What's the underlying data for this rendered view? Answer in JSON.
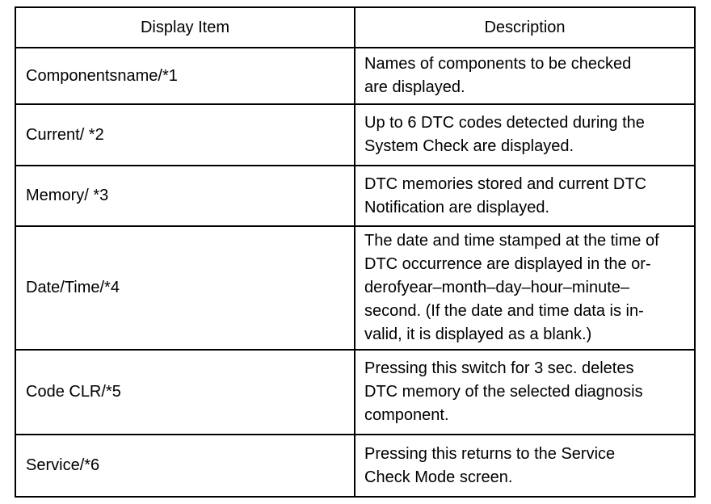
{
  "table": {
    "headers": {
      "item": "Display Item",
      "description": "Description"
    },
    "rows": [
      {
        "item": "Componentsname/*1",
        "description": [
          "Names of components to be checked",
          "are displayed."
        ]
      },
      {
        "item": "Current/ *2",
        "description": [
          "Up to 6 DTC codes detected during the",
          "System Check are displayed."
        ]
      },
      {
        "item": "Memory/ *3",
        "description": [
          "DTC memories stored and current DTC",
          "Notification are displayed."
        ]
      },
      {
        "item": "Date/Time/*4",
        "description": [
          "The date and time stamped at the time of",
          "DTC occurrence are displayed in the or-",
          "derofyear–month–day–hour–minute–",
          "second. (If the date and time data is in-",
          "valid, it is displayed as a blank.)"
        ]
      },
      {
        "item": "Code CLR/*5",
        "description": [
          "Pressing this switch for 3 sec. deletes",
          "DTC memory of the selected diagnosis",
          "component."
        ]
      },
      {
        "item": "Service/*6",
        "description": [
          "Pressing this returns to the Service",
          "Check Mode screen."
        ]
      }
    ]
  }
}
